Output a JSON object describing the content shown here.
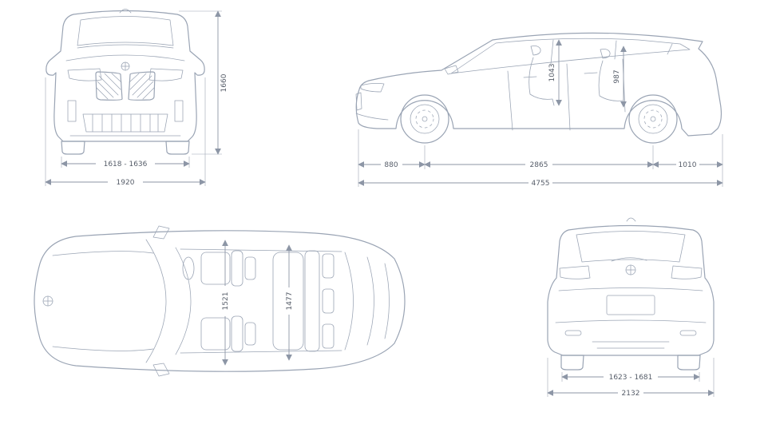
{
  "colors": {
    "car_line": "#9aa4b4",
    "dimension_line": "#8d96a6",
    "label_text": "#565d69",
    "background": "#ffffff"
  },
  "views": {
    "front": {
      "height": "1660",
      "track_width": "1618 - 1636",
      "overall_width": "1920"
    },
    "side": {
      "front_headroom": "1043",
      "rear_headroom": "987",
      "front_overhang": "880",
      "wheelbase": "2865",
      "rear_overhang": "1010",
      "overall_length": "4755"
    },
    "top": {
      "front_shoulder_width": "1521",
      "rear_shoulder_width": "1477"
    },
    "rear": {
      "rear_track_width": "1623 - 1681",
      "overall_width_with_mirrors": "2132"
    }
  }
}
